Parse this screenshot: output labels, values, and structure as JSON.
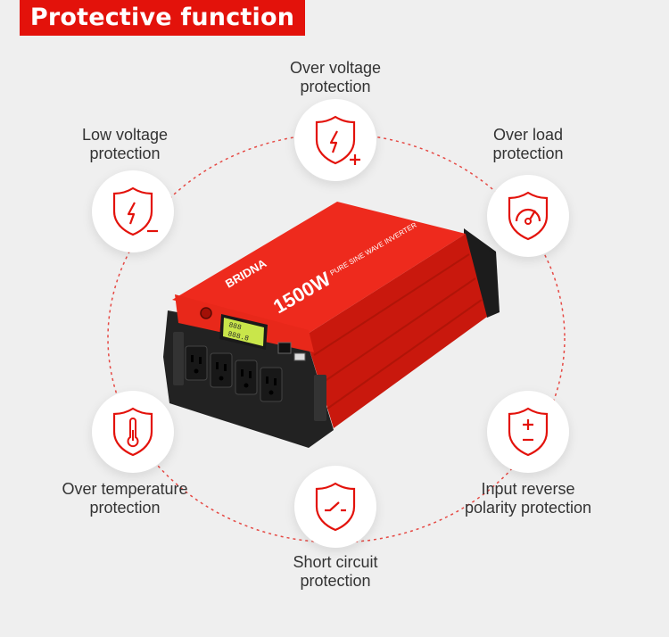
{
  "header": {
    "title": "Protective function"
  },
  "product": {
    "brand": "BRIDNA",
    "wattage": "1500W",
    "model_line": "PURE SINE WAVE INVERTER",
    "display_top": "888",
    "display_bottom": "888.8"
  },
  "features": [
    {
      "line1": "Over voltage",
      "line2": "protection",
      "icon": "shield-bolt-plus-icon"
    },
    {
      "line1": "Low voltage",
      "line2": "protection",
      "icon": "shield-bolt-minus-icon"
    },
    {
      "line1": "Over load",
      "line2": "protection",
      "icon": "shield-gauge-icon"
    },
    {
      "line1": "Over temperature",
      "line2": "protection",
      "icon": "shield-thermometer-icon"
    },
    {
      "line1": "Input reverse",
      "line2": "polarity protection",
      "icon": "shield-plus-minus-icon"
    },
    {
      "line1": "Short circuit",
      "line2": "protection",
      "icon": "shield-switch-icon"
    }
  ],
  "colors": {
    "accent": "#e3120b",
    "inverter_body": "#e8281a",
    "text": "#333333",
    "background": "#efefef"
  }
}
